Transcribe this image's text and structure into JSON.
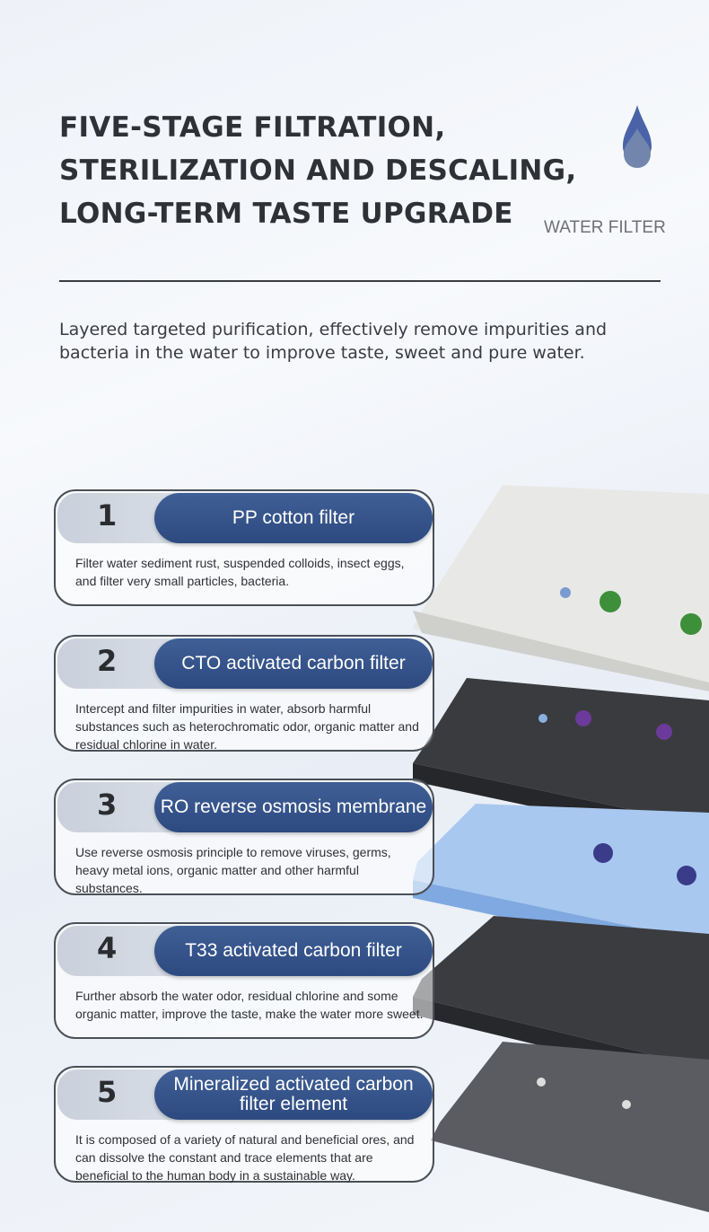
{
  "header": {
    "title_lines": [
      "FIVE-STAGE FILTRATION,",
      "STERILIZATION AND DESCALING,",
      "LONG-TERM TASTE UPGRADE"
    ],
    "brand": "WATER FILTER",
    "drop_icon": "water-drop-icon",
    "description": "Layered targeted purification, effectively remove impurities and bacteria in the water to improve taste, sweet and pure water."
  },
  "stages": [
    {
      "number": "1",
      "name": "PP cotton filter",
      "text": "Filter water sediment rust, suspended colloids, insect eggs, and filter very small particles, bacteria."
    },
    {
      "number": "2",
      "name": "CTO activated carbon filter",
      "text": "Intercept and filter impurities in water, absorb harmful substances such as heterochromatic odor, organic matter and residual chlorine in water."
    },
    {
      "number": "3",
      "name": "RO reverse osmosis membrane",
      "text": "Use reverse osmosis principle to remove viruses, germs, heavy metal ions, organic matter and other harmful substances."
    },
    {
      "number": "4",
      "name": "T33 activated carbon filter",
      "text": "Further absorb the water odor, residual chlorine and some organic matter, improve the taste, make the water more sweet."
    },
    {
      "number": "5",
      "name": "Mineralized activated carbon filter element",
      "text": "It is composed of a variety of natural and beneficial ores, and can dissolve the constant and trace elements that are beneficial to the human body in a sustainable way."
    }
  ],
  "colors": {
    "pill": "#2d4a80",
    "title": "#2e3136",
    "drop": "#4a63a8"
  }
}
